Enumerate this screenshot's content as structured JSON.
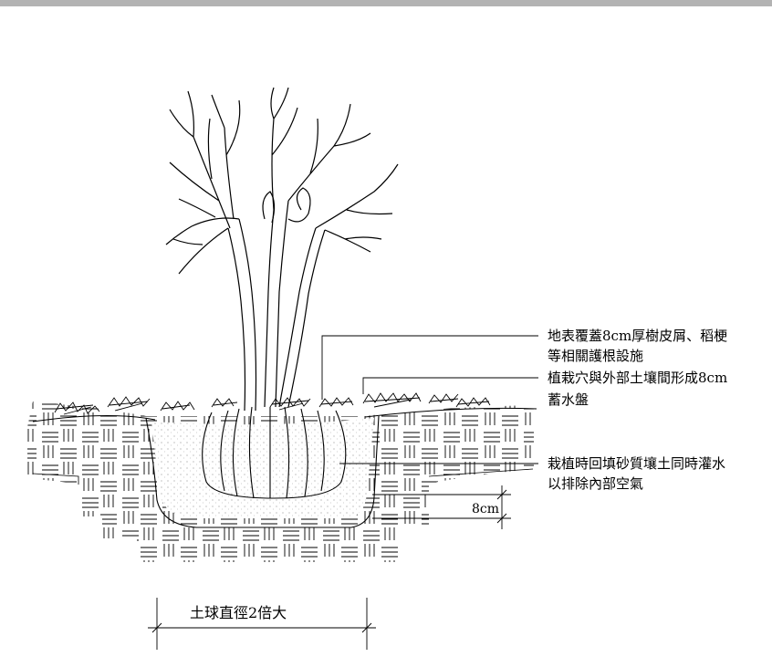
{
  "diagram": {
    "labels": {
      "mulch_line1": "地表覆蓋8cm厚樹皮屑、稻梗",
      "mulch_line2": "等相關護根設施",
      "basin_line1": "植栽穴與外部土壤間形成8cm",
      "basin_line2": "蓄水盤",
      "backfill_line1": "栽植時回填砂質壤土同時灌水",
      "backfill_line2": "以排除內部空氣",
      "depth_dimension": "8cm",
      "width_dimension": "土球直徑2倍大"
    }
  }
}
